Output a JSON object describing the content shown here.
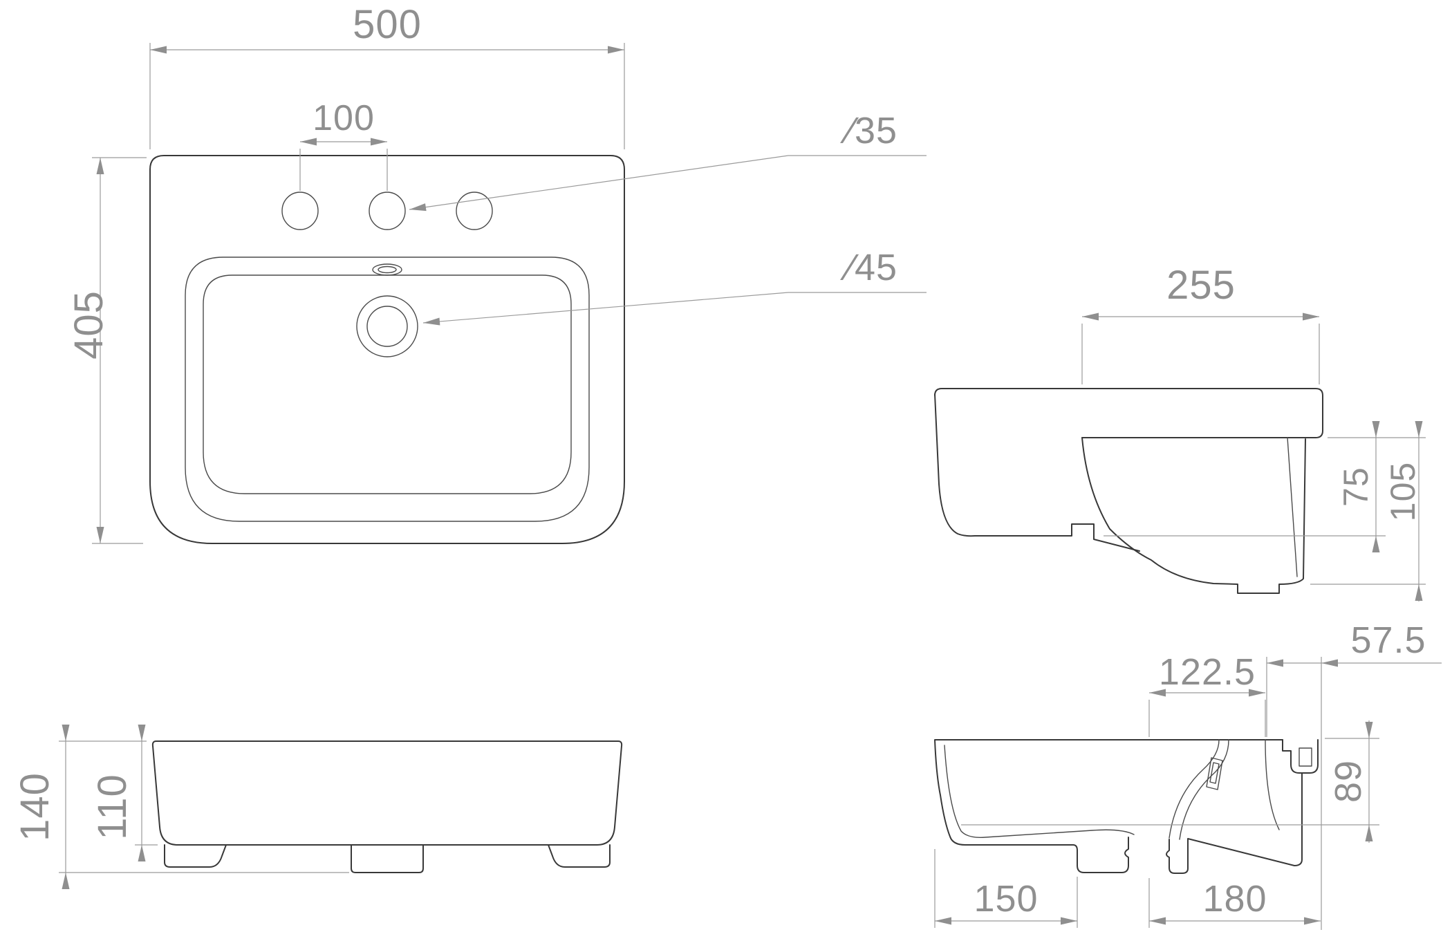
{
  "drawing": {
    "type": "technical-dimension-drawing",
    "subject": "semi-recessed washbasin, four orthographic views",
    "background_color": "#ffffff",
    "geometry_color": "#383838",
    "dimension_color": "#8f8f8f",
    "dims": {
      "overall_width": "500",
      "faucet_spacing": "100",
      "overall_depth": "405",
      "faucet_hole": "∕35",
      "drain_hole": "∕45",
      "ledge_depth": "255",
      "ledge_height": "75",
      "bowl_height": "105",
      "total_height": "140",
      "body_height": "110",
      "drain_offset": "122.5",
      "fixing_offset": "57.5",
      "inner_height": "89",
      "front_depth": "150",
      "rear_depth": "180"
    }
  }
}
